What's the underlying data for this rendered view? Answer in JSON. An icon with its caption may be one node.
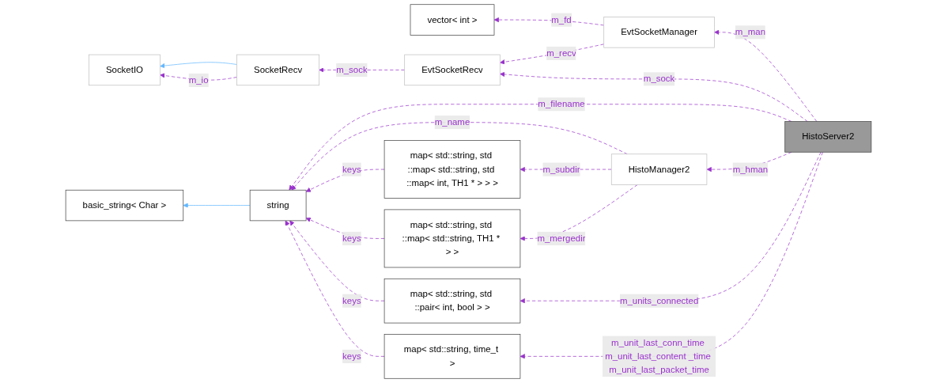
{
  "diagram": {
    "nodes": [
      {
        "text": [
          "vector< int >"
        ]
      },
      {
        "text": [
          "EvtSocketManager"
        ]
      },
      {
        "text": [
          "SocketIO"
        ]
      },
      {
        "text": [
          "SocketRecv"
        ]
      },
      {
        "text": [
          "EvtSocketRecv"
        ]
      },
      {
        "text": [
          "HistoServer2"
        ]
      },
      {
        "text": [
          "HistoManager2"
        ]
      },
      {
        "text": [
          "basic_string< Char >"
        ]
      },
      {
        "text": [
          "string"
        ]
      },
      {
        "text": [
          "map< std::string, std ::map< std::string, std ::map< int, TH1 * > > >"
        ]
      },
      {
        "text": [
          "map< std::string, std ::map< std::string, TH1 * > >"
        ]
      },
      {
        "text": [
          "map< std::string, std ::pair< int, bool > >"
        ]
      },
      {
        "text": [
          "map< std::string, time_t >"
        ]
      }
    ],
    "edges": [
      {
        "from": 1,
        "to": 0,
        "arrow": "to",
        "label": "m_fd",
        "style": "dashed"
      },
      {
        "from": 1,
        "to": 4,
        "arrow": "to",
        "label": "m_recv",
        "style": "dashed"
      },
      {
        "from": 5,
        "to": 1,
        "arrow": "to",
        "label": "m_man",
        "style": "dashed"
      },
      {
        "from": 4,
        "to": 3,
        "arrow": "to",
        "label": "m_sock",
        "style": "dashed"
      },
      {
        "from": 3,
        "to": 2,
        "arrow": "to",
        "color": "#63b8ff"
      },
      {
        "from": 3,
        "to": 2,
        "arrow": "to",
        "label": "m_io",
        "style": "dashed"
      },
      {
        "from": 5,
        "to": 4,
        "arrow": "to",
        "label": "m_sock",
        "style": "dashed"
      },
      {
        "from": 5,
        "to": 8,
        "arrow": "to",
        "label": "m_filename",
        "style": "dashed"
      },
      {
        "from": 6,
        "to": 8,
        "arrow": "to",
        "label": "m_name",
        "style": "dashed"
      },
      {
        "from": 5,
        "to": 6,
        "arrow": "to",
        "label": "m_hman",
        "style": "dashed"
      },
      {
        "from": 6,
        "to": 9,
        "arrow": "to",
        "label": "m_subdir",
        "style": "dashed"
      },
      {
        "from": 6,
        "to": 10,
        "arrow": "to",
        "label": "m_mergedir",
        "style": "dashed"
      },
      {
        "from": 5,
        "to": 11,
        "arrow": "to",
        "label": "m_units_connected",
        "style": "dashed"
      },
      {
        "from": 5,
        "to": 12,
        "arrow": "to",
        "label": "m_unit_last_conn_time m_unit_last_content _time m_unit_last_packet_time",
        "style": "dashed"
      },
      {
        "from": 9,
        "to": 8,
        "arrow": "to",
        "label": "keys",
        "style": "dashed"
      },
      {
        "from": 10,
        "to": 8,
        "arrow": "to",
        "label": "keys",
        "style": "dashed"
      },
      {
        "from": 11,
        "to": 8,
        "arrow": "to",
        "label": "keys",
        "style": "dashed"
      },
      {
        "from": 12,
        "to": 8,
        "arrow": "to",
        "label": "keys",
        "style": "dashed"
      },
      {
        "from": 8,
        "to": 7,
        "arrow": "to",
        "color": "#63b8ff"
      }
    ]
  }
}
